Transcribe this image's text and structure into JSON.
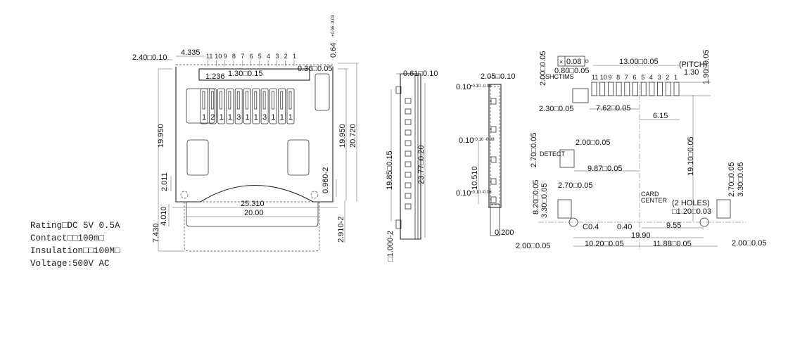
{
  "specs": {
    "rating": "Rating□DC 5V 0.5A",
    "contact": "Contact□□100m□",
    "insulation": "Insulation□□100M□",
    "voltage": "Voltage:500V AC"
  },
  "front_view": {
    "dims": {
      "d240": "2.40□0.10",
      "d4335": "4.335",
      "d064": "0.64",
      "d064tol": "+0.05 -0.03",
      "d1236": "1.236",
      "d130": "1.30□0.15",
      "d036": "0.36□0.05",
      "d19950_left": "19.950",
      "d19950_right": "19.950",
      "d20720": "20.720",
      "d2011": "2.011",
      "d0960": "0.960-2",
      "d25310": "25.310",
      "d2000": "20.00",
      "d4010": "4.010",
      "d7430": "7.430",
      "d2910": "2.910-2"
    },
    "pin_numbers": [
      "11",
      "10",
      "9",
      "8",
      "7",
      "6",
      "5",
      "4",
      "3",
      "2",
      "1"
    ],
    "contact_labels": [
      "1",
      "2",
      "1",
      "1",
      "3",
      "1",
      "1",
      "3",
      "1",
      "1",
      "1"
    ]
  },
  "side_view": {
    "d061": "0.61□0.10",
    "d1985": "19.85□0.15",
    "d2377": "23.77□0.20",
    "d1000": "□1.000-2"
  },
  "end_view": {
    "d205": "2.05□0.10",
    "d010a": "0.10",
    "d010a_tol": "+0.10 -0.08",
    "d010b": "0.10",
    "d010b_tol": "+0.10 -0.08",
    "d010c": "0.10",
    "d010c_tol": "+0.10 -0.08",
    "d10510": "10.510",
    "d0200": "0.200"
  },
  "footprint": {
    "tolerance_box": "0.08",
    "d200_top": "2.00□0.05",
    "d080": "0.80□0.05",
    "switch_label": "SHCTIMS",
    "d1300": "13.00□0.05",
    "pitch": "(PITCH)",
    "pitch_val": "1.30",
    "d190": "1.90□0.05",
    "pin_numbers": [
      "11",
      "10",
      "9",
      "8",
      "7",
      "6",
      "5",
      "4",
      "3",
      "2",
      "1"
    ],
    "d230": "2.30□0.05",
    "d762": "7.62□0.05",
    "d615": "6.15",
    "d270_detect": "2.70□0.05",
    "d200_detect": "2.00□0.05",
    "detect_label": "DETECT",
    "d987": "9.87□0.05",
    "d1910": "19.10□0.05",
    "d820": "8.20□0.05",
    "d330_left": "3.30□0.05",
    "d270_pad": "2.70□0.05",
    "card_center": [
      "CARD",
      "CENTER"
    ],
    "holes": "(2  HOLES)",
    "hole_dia": "□1.20□0.03",
    "d270_right": "2.70□0.05",
    "d330_right": "3.30□0.05",
    "c04": "C0.4",
    "d040": "0.40",
    "d955": "9.55",
    "d1990": "19.90",
    "d200_left": "2.00□0.05",
    "d1020": "10.20□0.05",
    "d1188": "11.88□0.05",
    "d200_right": "2.00□0.05"
  }
}
